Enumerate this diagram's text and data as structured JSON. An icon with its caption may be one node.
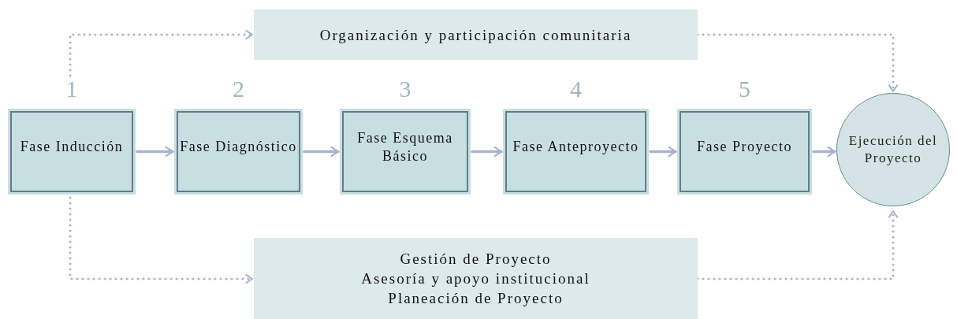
{
  "diagram": {
    "nodes": [
      {
        "text": [
          "Organización y participación comunitaria"
        ]
      },
      {
        "text": [
          "Fase Inducción"
        ],
        "beside": [
          "1"
        ]
      },
      {
        "text": [
          "Fase Diagnóstico"
        ],
        "beside": [
          "2"
        ]
      },
      {
        "text": [
          "Fase Esquema Básico"
        ],
        "beside": [
          "3"
        ]
      },
      {
        "text": [
          "Fase Anteproyecto"
        ],
        "beside": [
          "4"
        ]
      },
      {
        "text": [
          "Fase Proyecto"
        ],
        "beside": [
          "5"
        ]
      },
      {
        "text": [
          "Ejecución del Proyecto"
        ]
      },
      {
        "text": [
          "Gestión de Proyecto",
          "Asesoría y apoyo institucional",
          "Planeación de Proyecto"
        ]
      }
    ],
    "edges": [
      {
        "from": 1,
        "to": 2,
        "arrow": "to"
      },
      {
        "from": 2,
        "to": 3,
        "arrow": "to"
      },
      {
        "from": 3,
        "to": 4,
        "arrow": "to"
      },
      {
        "from": 4,
        "to": 5,
        "arrow": "to"
      },
      {
        "from": 5,
        "to": 6,
        "arrow": "to"
      },
      {
        "from": 1,
        "to": 0,
        "arrow": "to",
        "style": "dashed"
      },
      {
        "from": 0,
        "to": 6,
        "arrow": "to",
        "style": "dashed"
      },
      {
        "from": 1,
        "to": 7,
        "arrow": "to",
        "style": "dashed"
      },
      {
        "from": 7,
        "to": 6,
        "arrow": "to",
        "style": "dashed"
      }
    ]
  }
}
